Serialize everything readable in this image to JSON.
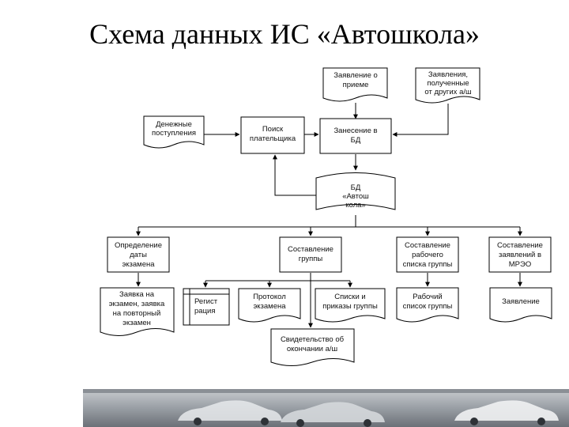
{
  "title": "Схема данных ИС «Автошкола»",
  "nodes": {
    "zayavlenie_o_prieme": [
      "Заявление о",
      "приеме"
    ],
    "zayavleniya_drugih": [
      "Заявления,",
      "полученные",
      "от других а/ш"
    ],
    "denezhnye": [
      "Денежные",
      "поступления"
    ],
    "poisk": [
      "Поиск",
      "плательщика"
    ],
    "zanesenie": [
      "Занесение в",
      "БД"
    ],
    "bd": [
      "БД",
      "«Автош",
      "кола»"
    ],
    "opredelenie": [
      "Определение",
      "даты",
      "экзамена"
    ],
    "sostavlenie_gruppy": [
      "Составление",
      "группы"
    ],
    "sostavlenie_rabochego": [
      "Составление",
      "рабочего",
      "списка группы"
    ],
    "sostavlenie_mreo": [
      "Составление",
      "заявлений в",
      "МРЭО"
    ],
    "zayavka": [
      "Заявка на",
      "экзамен, заявка",
      "на повторный",
      "экзамен"
    ],
    "registraciya": [
      "Регист",
      "рация"
    ],
    "protokol": [
      "Протокол",
      "экзамена"
    ],
    "spiski": [
      "Списки и",
      "приказы группы"
    ],
    "rabochiy": [
      "Рабочий",
      "список группы"
    ],
    "zayavlenie": [
      "Заявление"
    ],
    "svidetelstvo": [
      "Свидетельство об",
      "окончании а/ш"
    ]
  }
}
